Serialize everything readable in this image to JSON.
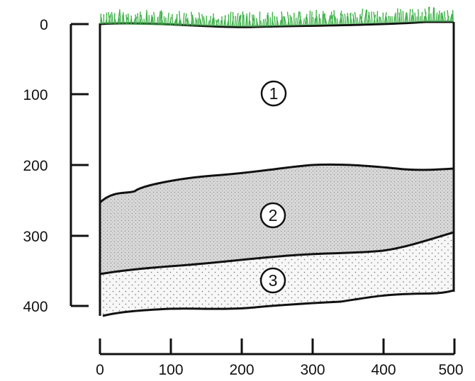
{
  "depth_axis": {
    "ticks": [
      "0",
      "100",
      "200",
      "300",
      "400"
    ]
  },
  "distance_axis": {
    "ticks": [
      "0",
      "100",
      "200",
      "300",
      "400",
      "500"
    ]
  },
  "layers": [
    {
      "number": "1",
      "fill": "#ffffff",
      "pattern": "none"
    },
    {
      "number": "2",
      "fill": "#d9d9d9",
      "pattern": "dense-dots"
    },
    {
      "number": "3",
      "fill": "#f7f7f7",
      "pattern": "sparse-dots"
    }
  ],
  "colors": {
    "grass": "#3fb34a",
    "outline": "#111111"
  }
}
